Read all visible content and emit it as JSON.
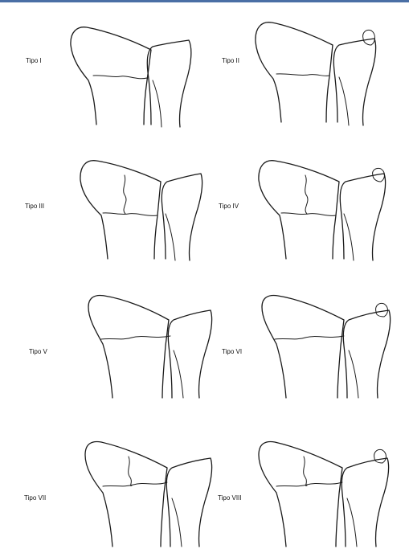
{
  "figure": {
    "accent_line_color": "#4a6fa5",
    "labels": [
      "Tipo I",
      "Tipo II",
      "Tipo III",
      "Tipo IV",
      "Tipo V",
      "Tipo VI",
      "Tipo VII",
      "Tipo VIII"
    ]
  }
}
